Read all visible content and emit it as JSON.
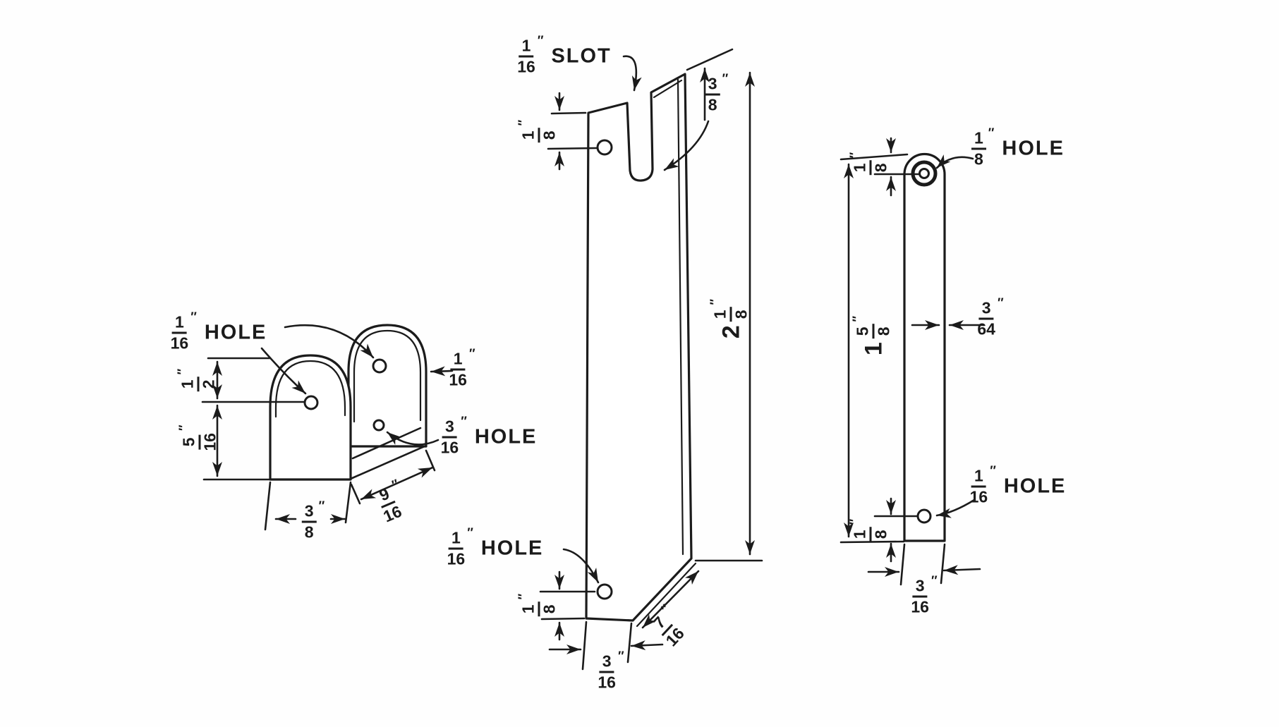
{
  "colors": {
    "ink": "#1b1b1b",
    "paper": "#ffffff"
  },
  "labels": {
    "l_hole16": {
      "num": "1",
      "den": "16",
      "suffix": "″",
      "word": "HOLE"
    },
    "l_thick16": {
      "num": "1",
      "den": "16",
      "suffix": "″"
    },
    "l_half": {
      "num": "1",
      "den": "2",
      "suffix": "″"
    },
    "l_516": {
      "num": "5",
      "den": "16",
      "suffix": "″"
    },
    "l_hole316": {
      "num": "3",
      "den": "16",
      "suffix": "″",
      "word": "HOLE"
    },
    "l_38": {
      "num": "3",
      "den": "8",
      "suffix": "″"
    },
    "l_916": {
      "num": "9",
      "den": "16",
      "suffix": "″"
    },
    "m_slot": {
      "num": "1",
      "den": "16",
      "suffix": "″",
      "word": "SLOT"
    },
    "m_38": {
      "num": "3",
      "den": "8",
      "suffix": "″"
    },
    "m_18top": {
      "num": "1",
      "den": "8",
      "suffix": "″"
    },
    "m_len": {
      "whole": "2",
      "num": "1",
      "den": "8",
      "suffix": "″"
    },
    "m_hole": {
      "num": "1",
      "den": "16",
      "suffix": "″",
      "word": "HOLE"
    },
    "m_18bot": {
      "num": "1",
      "den": "8",
      "suffix": "″"
    },
    "m_316": {
      "num": "3",
      "den": "16",
      "suffix": "″"
    },
    "m_716": {
      "num": "7",
      "den": "16",
      "suffix": "″"
    },
    "r_hole18": {
      "num": "1",
      "den": "8",
      "suffix": "″",
      "word": "HOLE"
    },
    "r_18top": {
      "num": "1",
      "den": "8",
      "suffix": "″"
    },
    "r_len": {
      "whole": "1",
      "num": "5",
      "den": "8",
      "suffix": "″"
    },
    "r_364": {
      "num": "3",
      "den": "64",
      "suffix": "″"
    },
    "r_hole16": {
      "num": "1",
      "den": "16",
      "suffix": "″",
      "word": "HOLE"
    },
    "r_18bot": {
      "num": "1",
      "den": "8",
      "suffix": "″"
    },
    "r_316": {
      "num": "3",
      "den": "16",
      "suffix": "″"
    }
  }
}
